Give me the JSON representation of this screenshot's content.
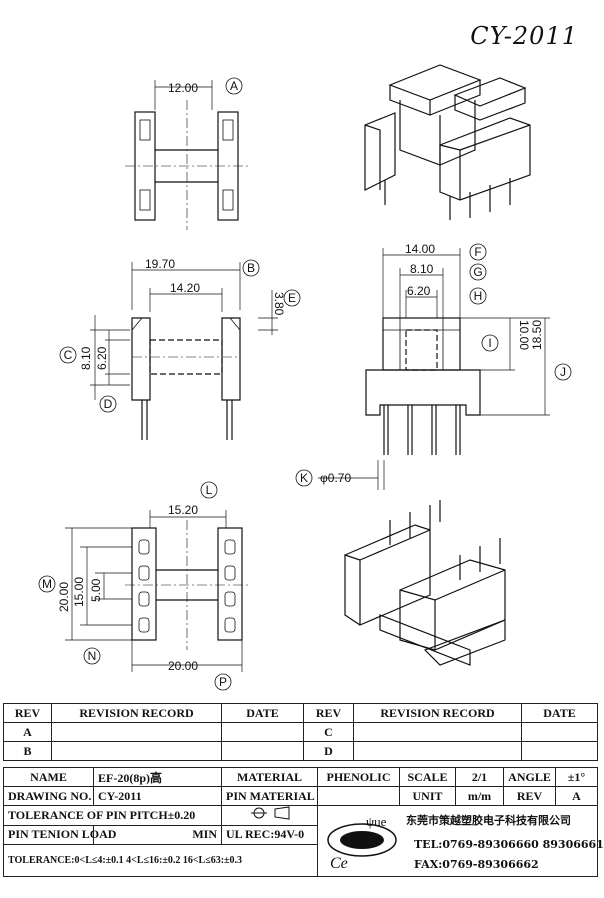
{
  "drawing_code": "CY-2011",
  "dimensions": {
    "a_val": "12.00",
    "a_tag": "A",
    "b_val": "19.70",
    "b_tag": "B",
    "c_val1": "8.10",
    "c_val2": "6.20",
    "c_tag": "C",
    "d_tag": "D",
    "e_val": "3.80",
    "e_tag": "E",
    "inner_1420": "14.20",
    "f_val": "14.00",
    "f_tag": "F",
    "g_val": "8.10",
    "g_tag": "G",
    "h_val": "6.20",
    "h_tag": "H",
    "i_val": "10.00",
    "i_tag": "I",
    "j_val": "18.50",
    "j_tag": "J",
    "k_val": "φ0.70",
    "k_tag": "K",
    "l_val": "15.20",
    "l_tag": "L",
    "m_val1": "20.00",
    "m_val2": "15.00",
    "m_val3": "5.00",
    "m_tag": "M",
    "n_tag": "N",
    "p_val": "20.00",
    "p_tag": "P"
  },
  "revision_table": {
    "headers": [
      "REV",
      "REVISION RECORD",
      "DATE",
      "REV",
      "REVISION RECORD",
      "DATE"
    ],
    "rows": [
      [
        "A",
        "",
        "",
        "C",
        "",
        ""
      ],
      [
        "B",
        "",
        "",
        "D",
        "",
        ""
      ]
    ]
  },
  "title_block": {
    "name_label": "NAME",
    "name_value": "EF-20(8p)高",
    "material_label": "MATERIAL",
    "material_value": "PHENOLIC",
    "scale_label": "SCALE",
    "scale_value": "2/1",
    "angle_label": "ANGLE",
    "angle_value": "±1°",
    "drawing_no_label": "DRAWING NO.",
    "drawing_no_value": "CY-2011",
    "pin_material_label": "PIN MATERIAL",
    "unit_label": "UNIT",
    "unit_value": "m/m",
    "rev_label": "REV",
    "rev_value": "A",
    "tolerance_pitch": "TOLERANCE OF PIN PITCH±0.20",
    "pin_tension_label": "PIN TENION LOAD",
    "pin_tension_value": "MIN",
    "ul_rec": "UL REC:94V-0",
    "tolerance_line": "TOLERANCE:0<L≤4:±0.1  4<L≤16:±0.2  16<L≤63:±0.3",
    "company": "东莞市策越塑胶电子科技有限公司",
    "tel": "TEL:0769-89306660 89306661",
    "fax": "FAX:0769-89306662",
    "logo_letters": "Ce",
    "logo_small": "ψue"
  }
}
